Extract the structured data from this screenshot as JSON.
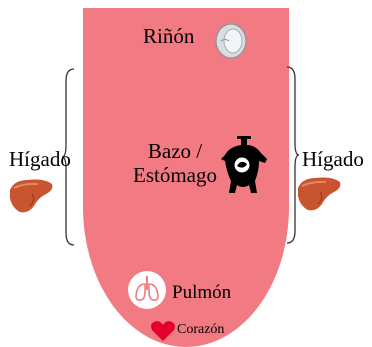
{
  "zones": {
    "kidney": {
      "label": "Riñón",
      "icon": "kidney-icon"
    },
    "stomach": {
      "label_line1": "Bazo /",
      "label_line2": "Estómago",
      "icon": "stomach-icon"
    },
    "lung": {
      "label": "Pulmón",
      "icon": "lung-icon"
    },
    "heart": {
      "label": "Corazón",
      "icon": "heart-icon"
    },
    "liver_left": {
      "label": "Hígado",
      "icon": "liver-icon"
    },
    "liver_right": {
      "label": "Hígado",
      "icon": "liver-icon"
    }
  },
  "colors": {
    "tongue": "#f27a82",
    "liver": "#c8552f",
    "heart": "#e4002b",
    "kidney": "#cfd3d8"
  }
}
